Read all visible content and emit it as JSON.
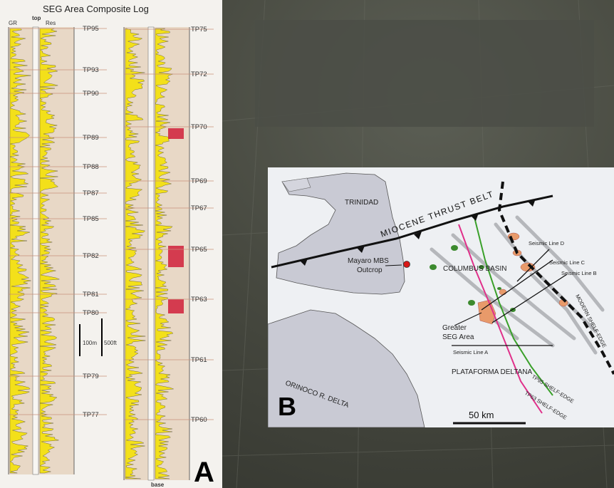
{
  "panel_a": {
    "title": "SEG Area Composite Log",
    "top_label": "top",
    "base_label": "base",
    "gr_label": "GR",
    "res_label": "Res",
    "scale_m": "100m",
    "scale_ft": "500ft",
    "panel_letter": "A",
    "left_markers": [
      "TP95",
      "TP93",
      "TP90",
      "TP89",
      "TP88",
      "TP87",
      "TP85",
      "TP82",
      "TP81",
      "TP80",
      "TP79",
      "TP77"
    ],
    "right_markers": [
      "TP75",
      "TP72",
      "TP70",
      "TP69",
      "TP67",
      "TP65",
      "TP63",
      "TP61",
      "TP60"
    ]
  },
  "panel_b": {
    "panel_letter": "B",
    "trinidad": "TRINIDAD",
    "thrust_belt": "MIOCENE THRUST BELT",
    "outcrop_line1": "Mayaro MBS",
    "outcrop_line2": "Outcrop",
    "basin": "COLUMBUS BASIN",
    "seg_line1": "Greater",
    "seg_line2": "SEG Area",
    "seismic_a": "Seismic Line A",
    "seismic_b": "Seismic Line B",
    "seismic_c": "Seismic Line C",
    "seismic_d": "Seismic Line D",
    "plataforma": "PLATAFORMA DELTANA",
    "orinoco": "ORINOCO R. DELTA",
    "modern_shelf": "MODERN SHELF-EDGE",
    "tp95_shelf": "TP95 SHELF-EDGE",
    "tp63_shelf": "TP63 SHELF-EDGE",
    "scale": "50 km",
    "colors": {
      "thrust": "#111111",
      "pink": "#e0308a",
      "green": "#3aa02a",
      "outcrop": "#d81818"
    }
  }
}
